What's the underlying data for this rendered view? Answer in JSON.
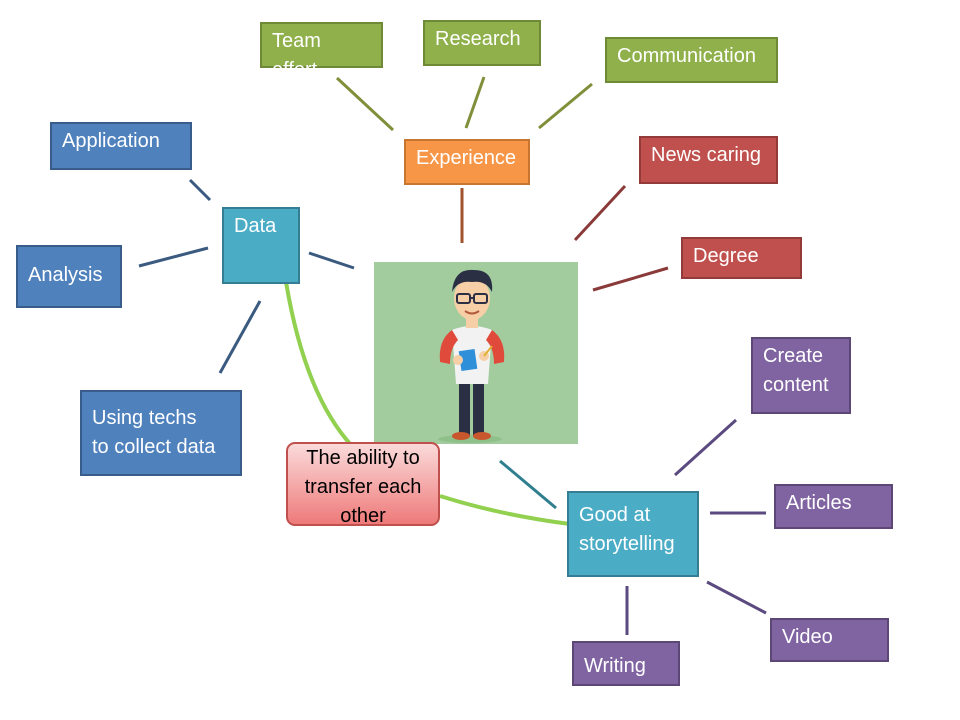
{
  "colors": {
    "experience_branch": "#7f8f3a",
    "data_branch": "#3a5a7f",
    "skills_branch": "#8b3a3a",
    "story_branch": "#5b4a7f",
    "center_link": "#2f7f8f",
    "bridge": "#92d050",
    "center_bg": "#a3cc9e"
  },
  "center": {
    "icon": "person-with-notebook-icon"
  },
  "nodes": {
    "team_effort": "Team effort",
    "research": "Research",
    "communication": "Communication",
    "experience": "Experience",
    "news_caring": "News caring",
    "degree": "Degree",
    "application": "Application",
    "data": "Data",
    "analysis": "Analysis",
    "using_techs": [
      "Using techs",
      "to collect data"
    ],
    "transfer": [
      "The ability to",
      "transfer each",
      "other"
    ],
    "storytelling": [
      "Good at",
      "storytelling"
    ],
    "create_content": [
      "Create",
      "content"
    ],
    "articles": "Articles",
    "video": "Video",
    "writing": "Writing"
  }
}
